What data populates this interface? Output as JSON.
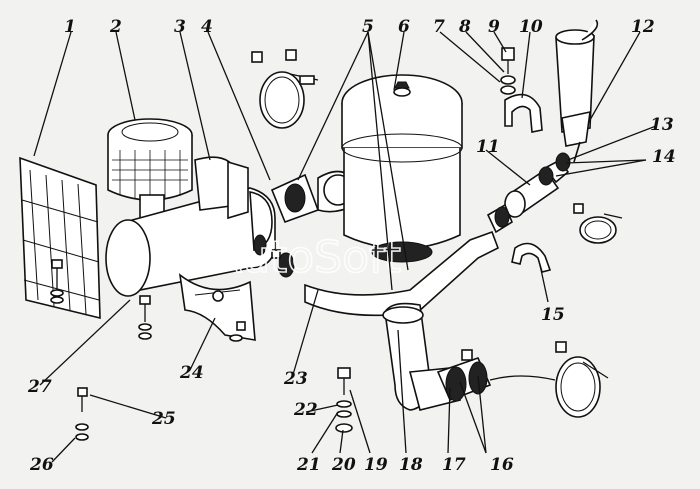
{
  "diagram": {
    "watermark": "AutoSoft",
    "callouts": [
      "1",
      "2",
      "3",
      "4",
      "5",
      "6",
      "7",
      "8",
      "9",
      "10",
      "11",
      "12",
      "13",
      "14",
      "15",
      "16",
      "17",
      "18",
      "19",
      "20",
      "21",
      "22",
      "23",
      "24",
      "25",
      "26",
      "27"
    ]
  }
}
